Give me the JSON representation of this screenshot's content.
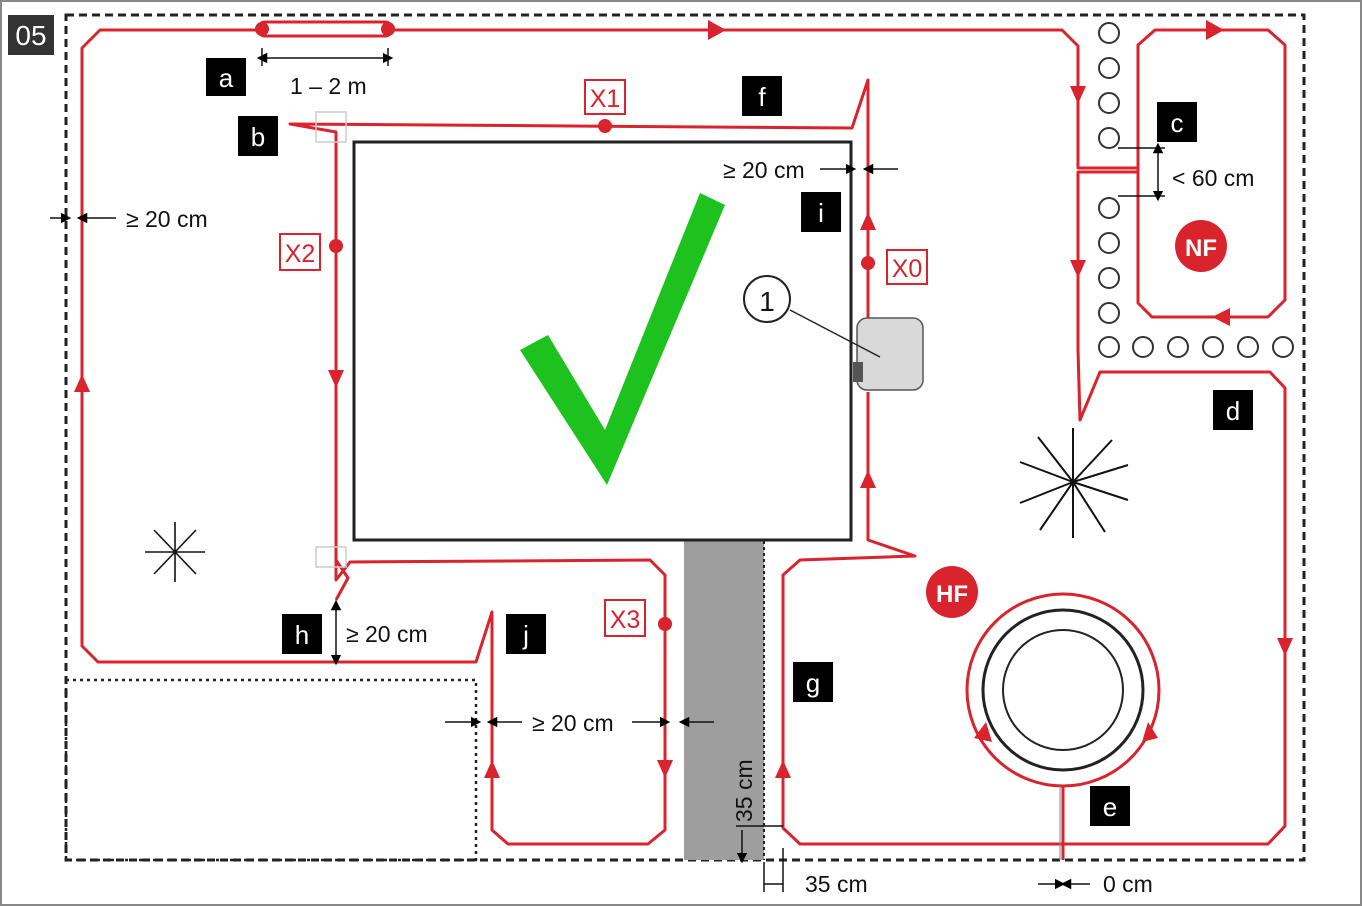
{
  "figure_number": "05",
  "labels": {
    "a": "a",
    "b": "b",
    "c": "c",
    "d": "d",
    "e": "e",
    "f": "f",
    "g": "g",
    "h": "h",
    "i": "i",
    "j": "j"
  },
  "markers": {
    "x0": "X0",
    "x1": "X1",
    "x2": "X2",
    "x3": "X3"
  },
  "zones": {
    "nf": "NF",
    "hf": "HF"
  },
  "callout": "1",
  "measurements": {
    "a_length": "1 – 2 m",
    "i_gap": "≥ 20 cm",
    "left_gap": "≥ 20 cm",
    "c_gap": "< 60 cm",
    "h_gap": "≥ 20 cm",
    "j_gap": "≥ 20 cm",
    "path_vertical": "35 cm",
    "path_horizontal": "35 cm",
    "e_gap": "0 cm"
  },
  "colors": {
    "wire": "#d9232d",
    "check": "#1ec21e",
    "label_bg": "#000000",
    "frame_tag_bg": "#333333",
    "path_fill": "#9e9e9e",
    "station_fill": "#d9d9d9"
  }
}
